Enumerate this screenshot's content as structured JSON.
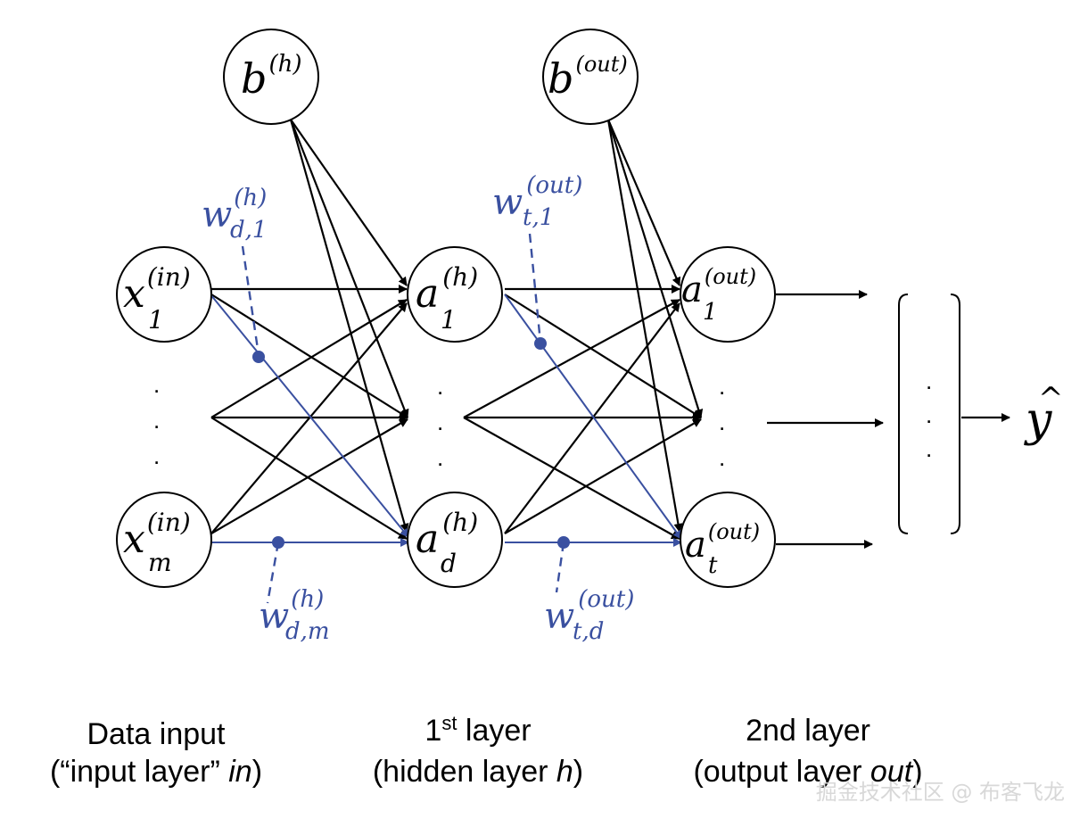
{
  "colors": {
    "blue": "#3a50a0",
    "black": "#000000",
    "watermark": "#d8d8d8"
  },
  "nodes": {
    "bias_hidden": {
      "base": "b",
      "sup": "(h)"
    },
    "bias_out": {
      "base": "b",
      "sup": "(out)"
    },
    "x1": {
      "base": "x",
      "sub": "1",
      "sup": "(in)"
    },
    "xm": {
      "base": "x",
      "sub": "m",
      "sup": "(in)"
    },
    "a1h": {
      "base": "a",
      "sub": "1",
      "sup": "(h)"
    },
    "adh": {
      "base": "a",
      "sub": "d",
      "sup": "(h)"
    },
    "a1o": {
      "base": "a",
      "sub": "1",
      "sup": "(out)"
    },
    "ato": {
      "base": "a",
      "sub": "t",
      "sup": "(out)"
    }
  },
  "weights": {
    "w_d1_h": {
      "base": "w",
      "sub": "d,1",
      "sup": "(h)"
    },
    "w_dm_h": {
      "base": "w",
      "sub": "d,m",
      "sup": "(h)"
    },
    "w_t1_out": {
      "base": "w",
      "sub": "t,1",
      "sup": "(out)"
    },
    "w_td_out": {
      "base": "w",
      "sub": "t,d",
      "sup": "(out)"
    }
  },
  "output": {
    "symbol": "y",
    "hat": "^"
  },
  "ellipsis": ".",
  "layers": {
    "input": {
      "line1": "Data input",
      "line2_pre": "(“input layer” ",
      "line2_em": "in",
      "line2_post": ")"
    },
    "hidden": {
      "line1_num": "1",
      "line1_sup": "st",
      "line1_rest": " layer",
      "line2_pre": "(hidden layer ",
      "line2_em": "h",
      "line2_post": ")"
    },
    "output": {
      "line1": "2nd layer",
      "line2_pre": "(output layer ",
      "line2_em": "out",
      "line2_post": ")"
    }
  },
  "watermark": "掘金技术社区 @ 布客飞龙"
}
